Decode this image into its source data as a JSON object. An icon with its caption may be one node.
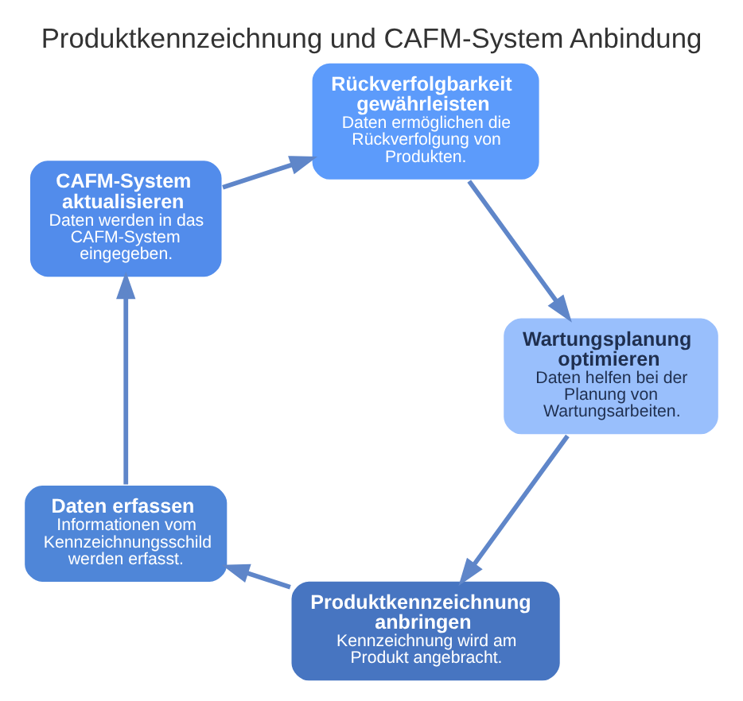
{
  "diagram": {
    "title": "Produktkennzeichnung und CAFM-System Anbindung",
    "nodes": [
      {
        "text": [
          "Produktkennzeichnung anbringen",
          "Kennzeichnung wird am Produkt angebracht."
        ]
      },
      {
        "text": [
          "Daten erfassen",
          "Informationen vom Kennzeichnungsschild werden erfasst."
        ]
      },
      {
        "text": [
          "CAFM-System aktualisieren",
          "Daten werden in das CAFM-System eingegeben."
        ]
      },
      {
        "text": [
          "Rückverfolgbarkeit gewährleisten",
          "Daten ermöglichen die Rückverfolgung von Produkten."
        ]
      },
      {
        "text": [
          "Wartungsplanung optimieren",
          "Daten helfen bei der Planung von Wartungsarbeiten."
        ]
      }
    ],
    "edges": [
      {
        "from": 0,
        "to": 1,
        "arrow": "to"
      },
      {
        "from": 1,
        "to": 2,
        "arrow": "to"
      },
      {
        "from": 2,
        "to": 3,
        "arrow": "to"
      },
      {
        "from": 3,
        "to": 4,
        "arrow": "to"
      },
      {
        "from": 4,
        "to": 0,
        "arrow": "to"
      }
    ]
  }
}
